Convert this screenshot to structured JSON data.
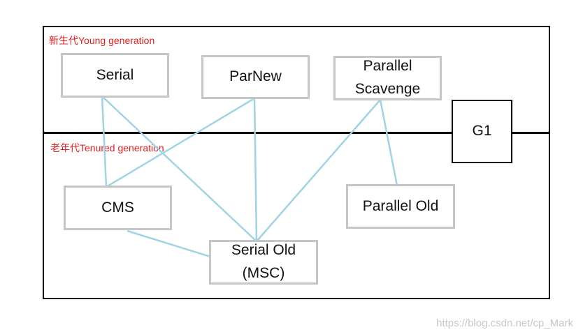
{
  "regions": {
    "young": "新生代Young generation",
    "old": "老年代Tenured generation"
  },
  "collectors": {
    "serial": "Serial",
    "parnew": "ParNew",
    "parallel_scavenge": [
      "Parallel",
      "Scavenge"
    ],
    "g1": "G1",
    "cms": "CMS",
    "parallel_old": "Parallel Old",
    "serial_old": [
      "Serial Old",
      "(MSC)"
    ]
  },
  "connections": [
    [
      "Serial",
      "CMS"
    ],
    [
      "Serial",
      "Serial Old"
    ],
    [
      "ParNew",
      "CMS"
    ],
    [
      "ParNew",
      "Serial Old"
    ],
    [
      "Parallel Scavenge",
      "Serial Old"
    ],
    [
      "Parallel Scavenge",
      "Parallel Old"
    ],
    [
      "CMS",
      "Serial Old"
    ]
  ],
  "colors": {
    "connector": "#9fd4e2",
    "box_border": "#c6c6c6",
    "region_label": "#e02020",
    "frame": "#000000"
  },
  "watermark": "https://blog.csdn.net/cp_Mark"
}
